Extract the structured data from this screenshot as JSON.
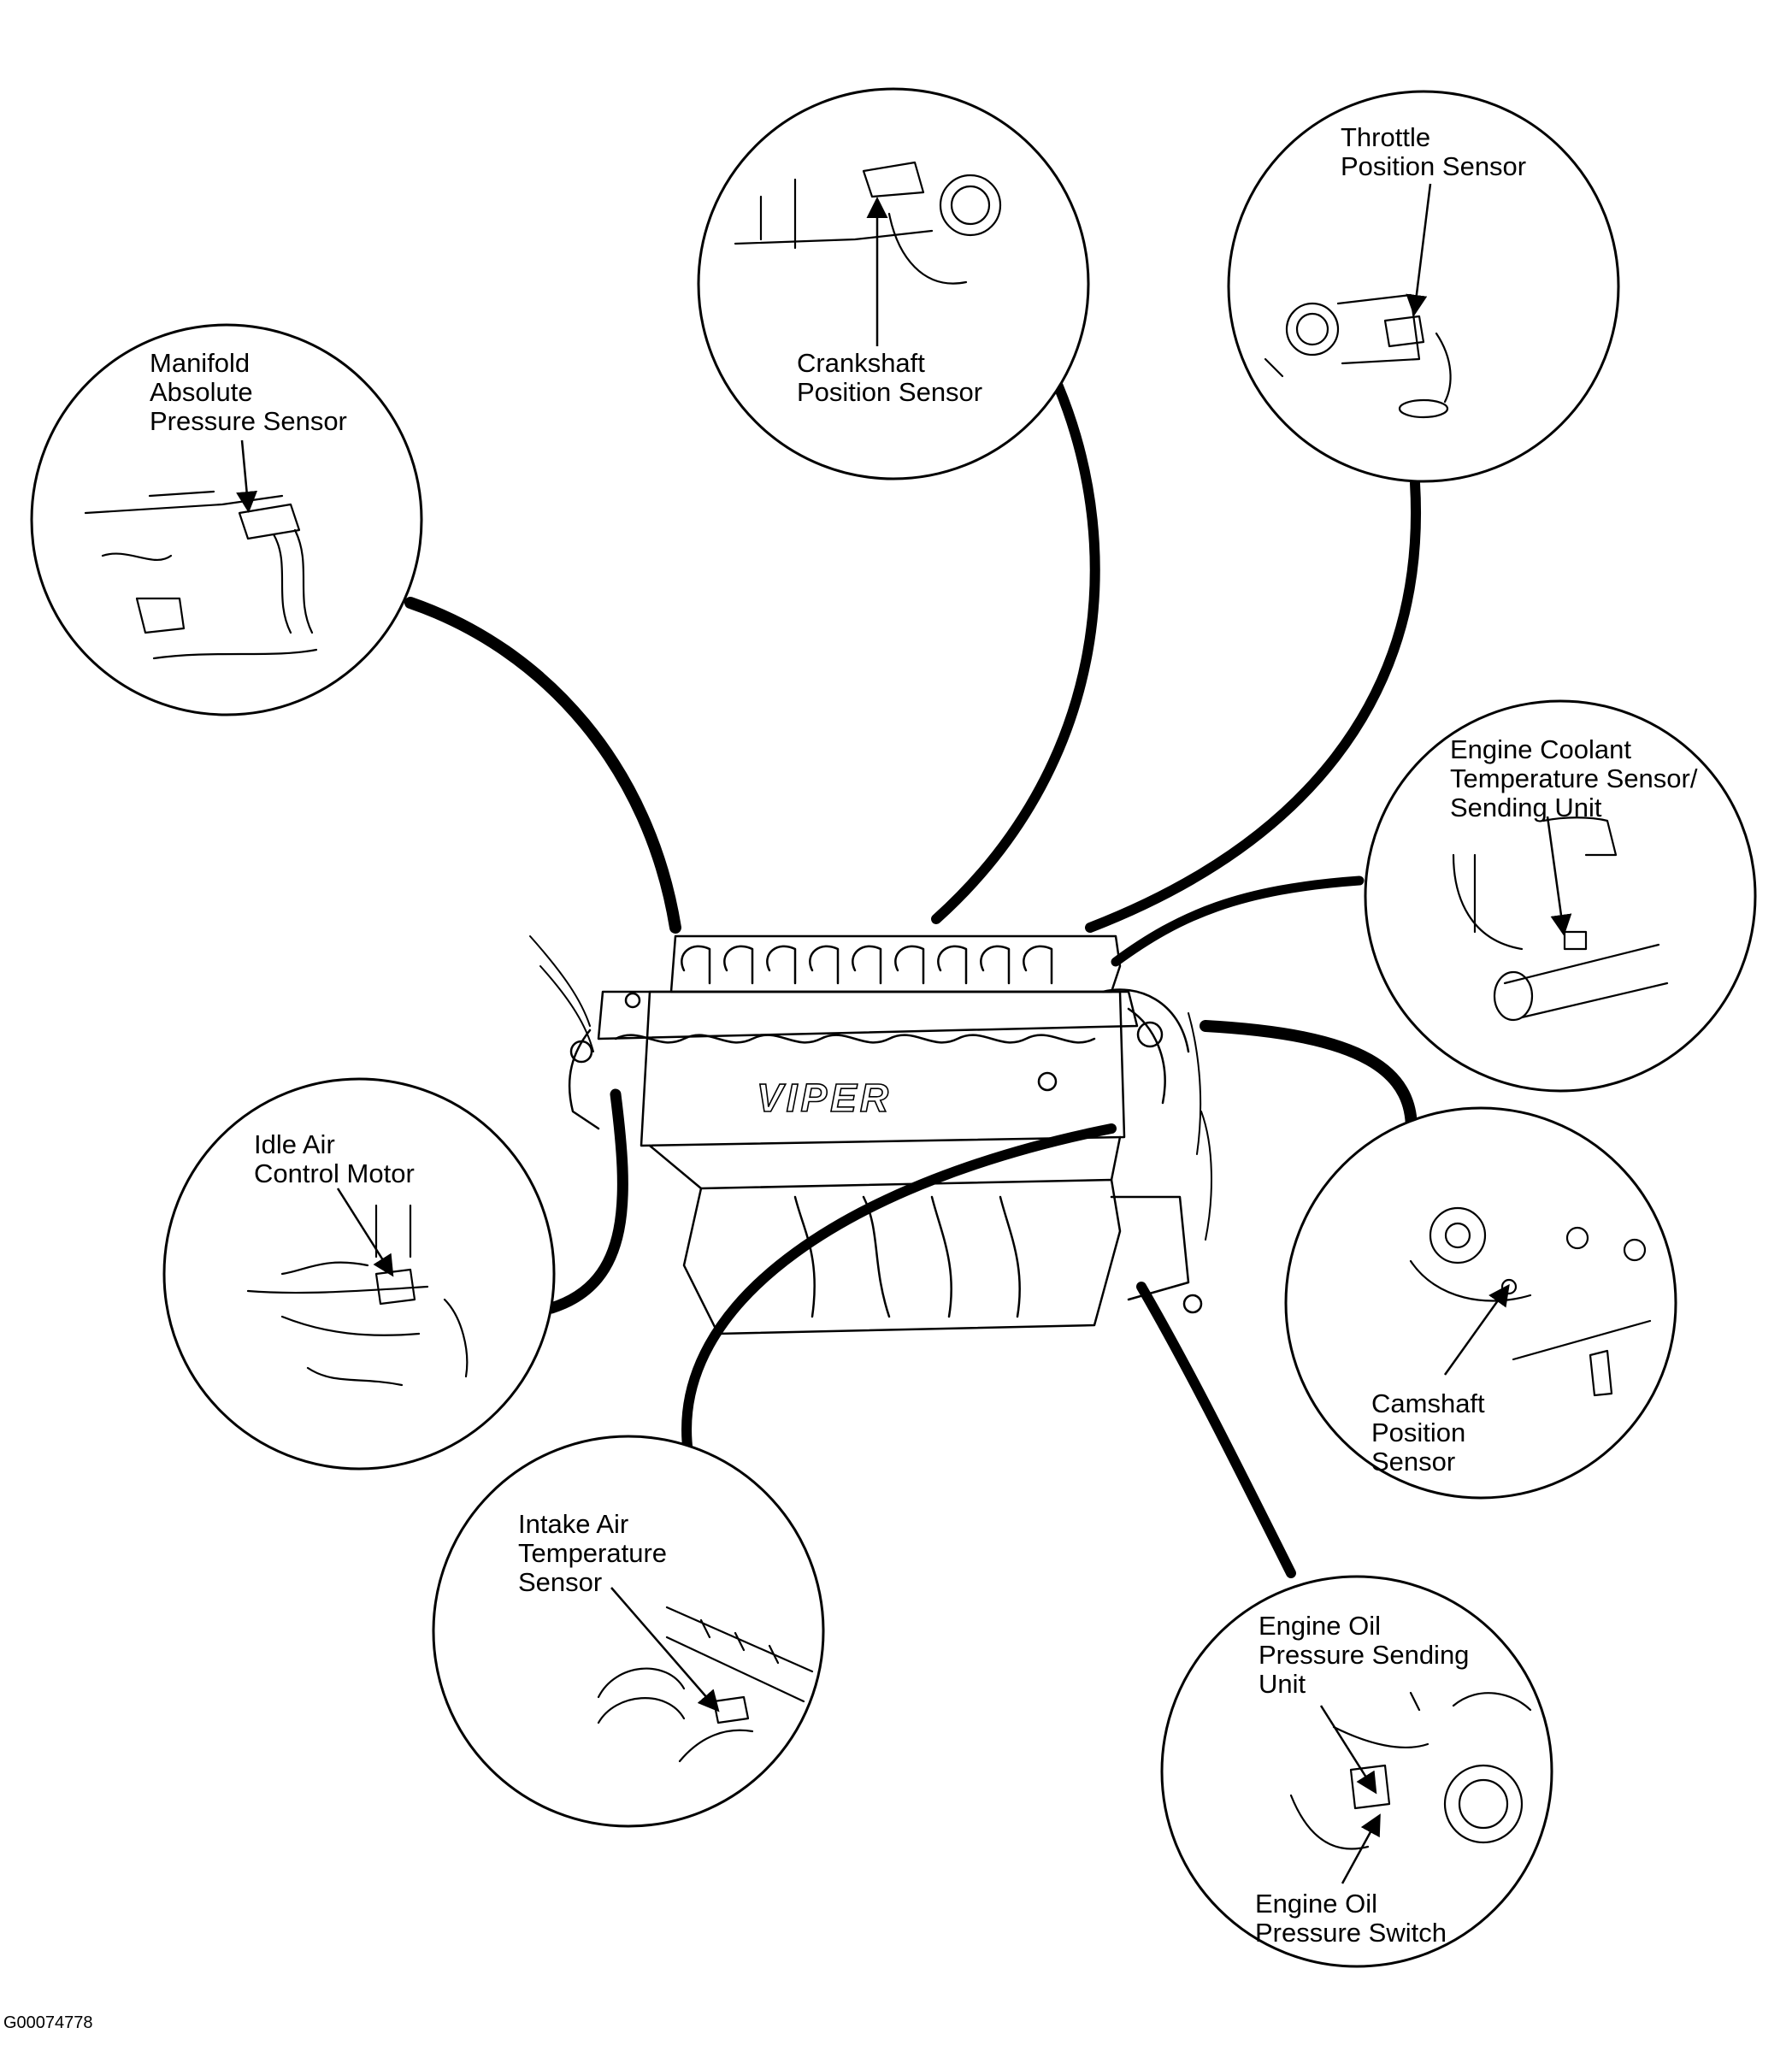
{
  "figure_id": "G00074778",
  "engine": {
    "badge": "VIPER"
  },
  "callouts": [
    {
      "id": "map",
      "lines": [
        "Manifold",
        "Absolute",
        "Pressure Sensor"
      ]
    },
    {
      "id": "ckp",
      "lines": [
        "Crankshaft",
        "Position Sensor"
      ]
    },
    {
      "id": "tps",
      "lines": [
        "Throttle",
        "Position Sensor"
      ]
    },
    {
      "id": "ect",
      "lines": [
        "Engine Coolant",
        "Temperature Sensor/",
        "Sending Unit"
      ]
    },
    {
      "id": "iac",
      "lines": [
        "Idle Air",
        "Control Motor"
      ]
    },
    {
      "id": "cmp",
      "lines": [
        "Camshaft",
        "Position",
        "Sensor"
      ]
    },
    {
      "id": "iat",
      "lines": [
        "Intake Air",
        "Temperature",
        "Sensor"
      ]
    },
    {
      "id": "eop_unit",
      "lines": [
        "Engine Oil",
        "Pressure Sending",
        "Unit"
      ]
    },
    {
      "id": "eop_switch",
      "lines": [
        "Engine Oil",
        "Pressure Switch"
      ]
    }
  ]
}
